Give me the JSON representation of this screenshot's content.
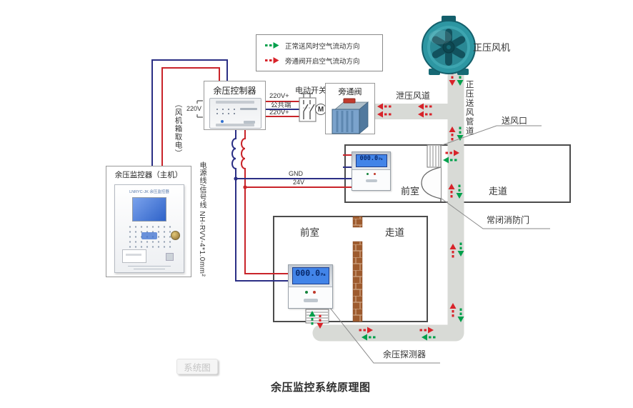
{
  "title": "余压监控系统原理图",
  "corner_tag": "系统图",
  "legend": {
    "normal_flow": "正常送风时空气流动方向",
    "bypass_flow": "旁通阀开启空气流动方向"
  },
  "colors": {
    "normal_flow_green": "#00a04b",
    "bypass_flow_red": "#d8232a",
    "live_wire_red": "#c9242a",
    "common_wire_blue": "#2b2f85",
    "duct_gray": "#d8dad6",
    "fan_teal": "#2d96a2"
  },
  "fan": {
    "label": "正压风机"
  },
  "ducts": {
    "supply_duct_label": "正压送风管道",
    "relief_duct_label": "泄压风道",
    "air_outlet_label": "送风口"
  },
  "controller": {
    "title": "余压控制器"
  },
  "monitor": {
    "title": "余压监控器（主机）",
    "model": "LNRYC-JK 余压监控器"
  },
  "switch": {
    "label": "电动开关",
    "motor": "M"
  },
  "bypass_valve": {
    "label": "旁通阀"
  },
  "wiring": {
    "line1": "220V+",
    "line2": "公共端",
    "line3": "220V+",
    "gnd": "GND",
    "v24": "24V",
    "power_tap_note": "（风机箱取电）",
    "power_tap_voltage": "220V",
    "cable_note": "电源线/信号线  NH-RVV-4*1.0mm²"
  },
  "rooms": {
    "upper_front_room": "前室",
    "upper_corridor": "走道",
    "lower_front_room": "前室",
    "lower_corridor": "走道",
    "fire_door_label": "常闭消防门"
  },
  "detector": {
    "label": "余压探测器",
    "lcd_value": "000.0",
    "lcd_unit": "Pa"
  }
}
